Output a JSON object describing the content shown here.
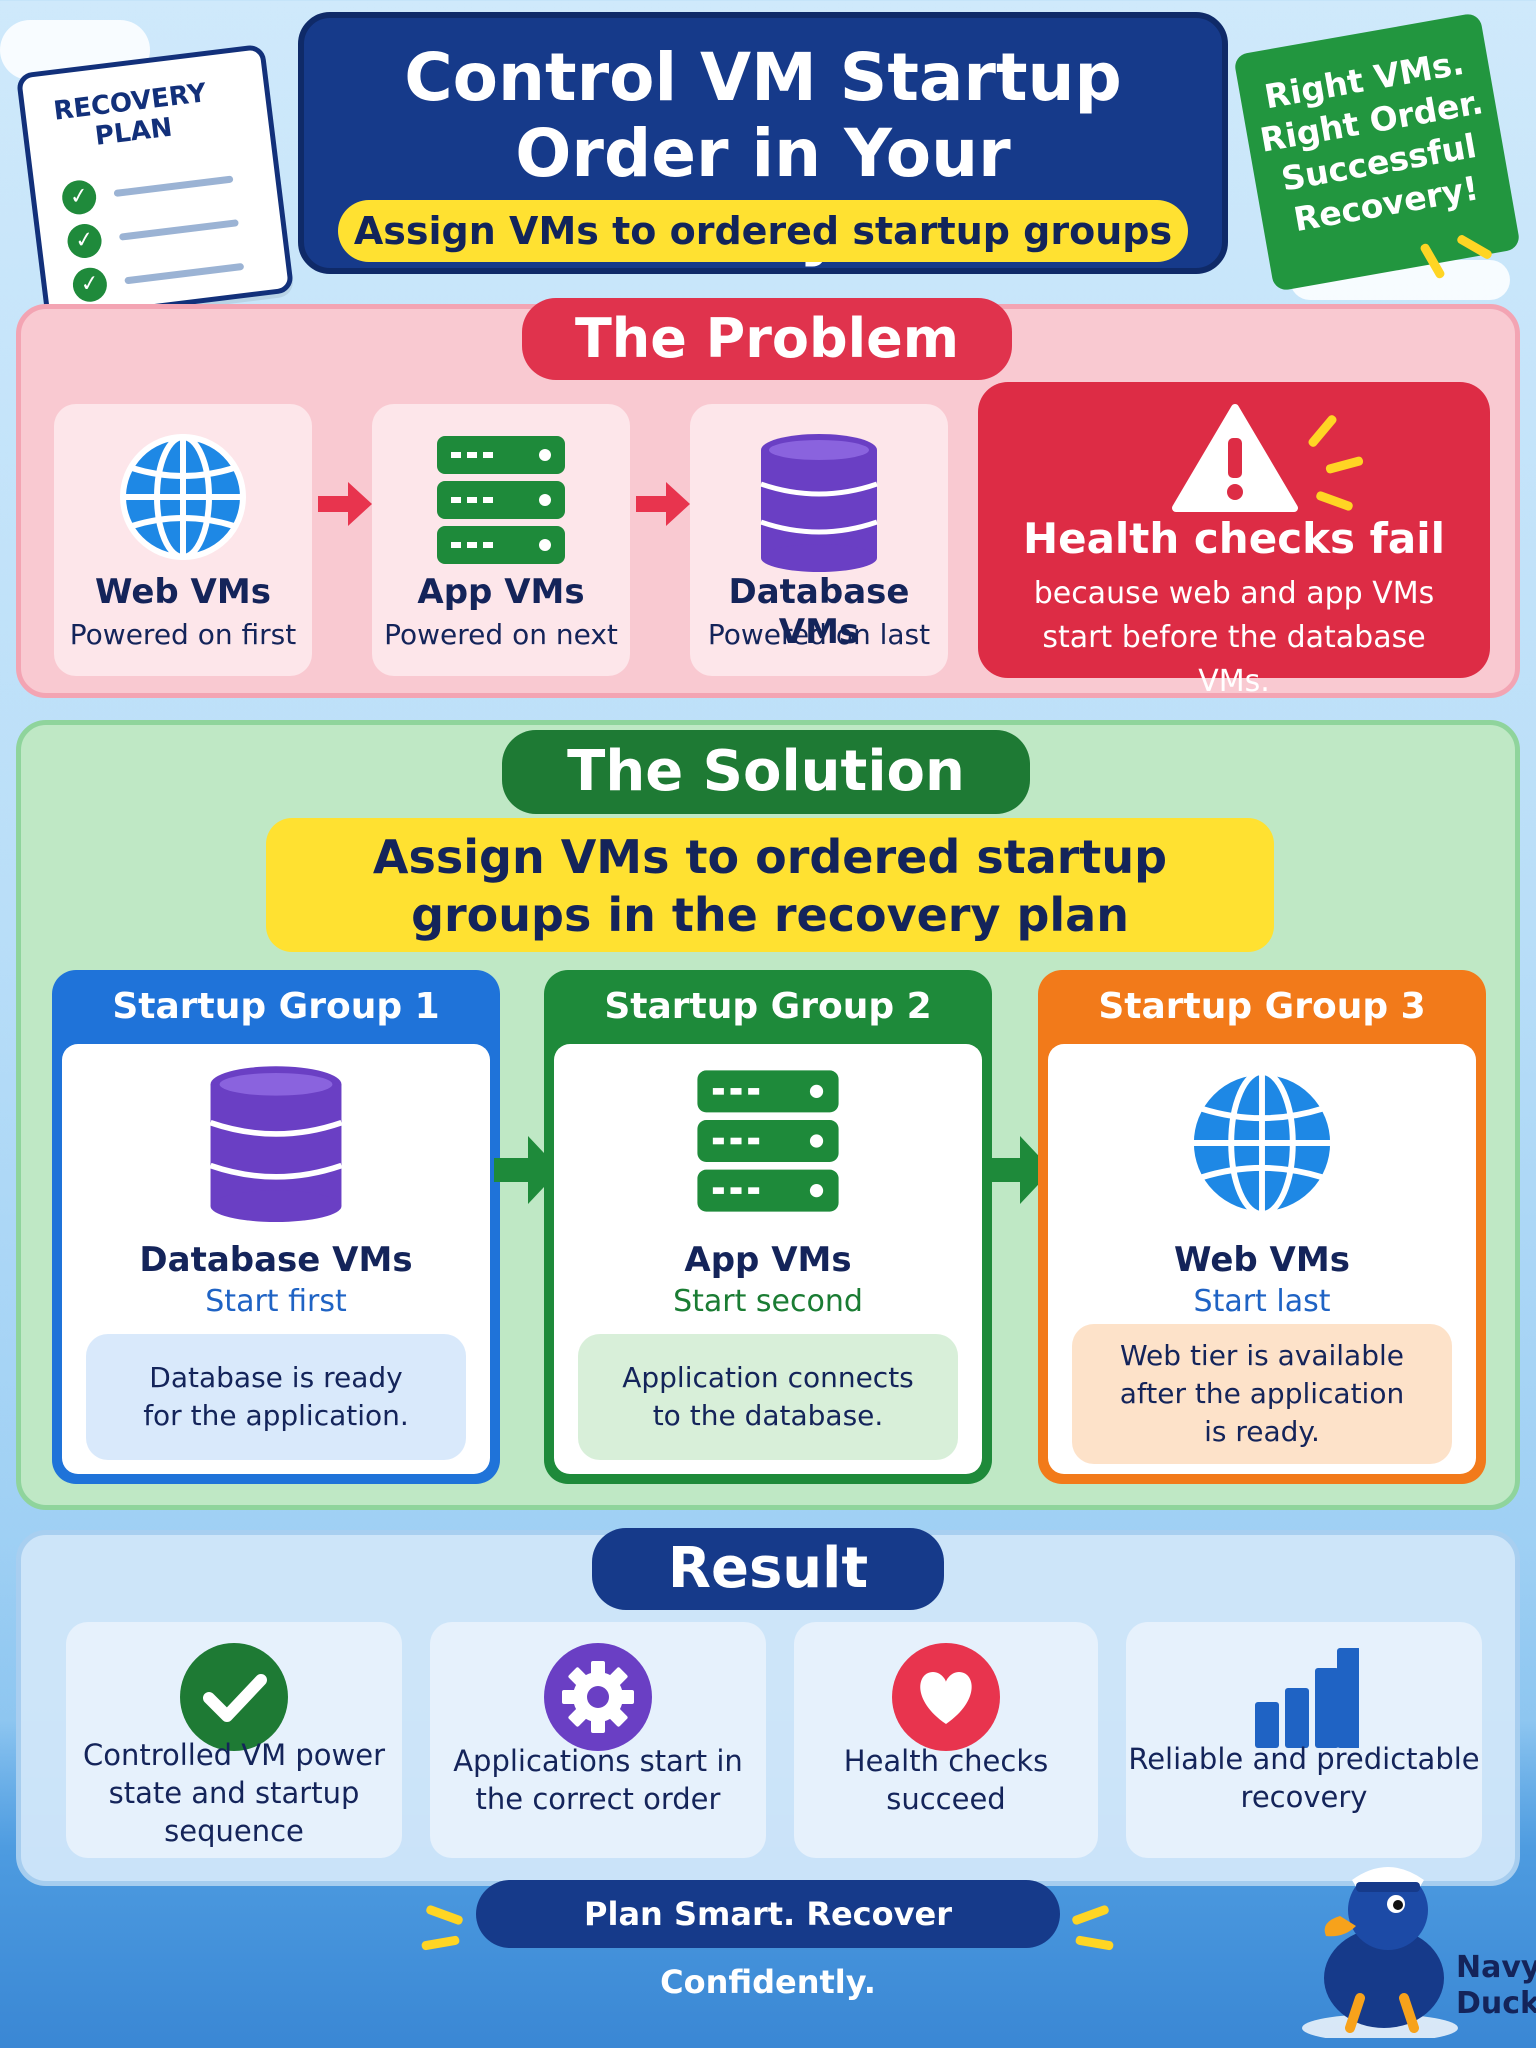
{
  "header": {
    "title": "Control VM Startup Order in Your Recovery Plan",
    "subtitle": "Assign VMs to ordered startup groups",
    "clipboard_title": "RECOVERY PLAN",
    "badge": [
      "Right VMs.",
      "Right Order.",
      "Successful",
      "Recovery!"
    ]
  },
  "problem": {
    "heading": "The Problem",
    "steps": [
      {
        "label": "Web VMs",
        "sub": "Powered on first",
        "icon": "globe-icon"
      },
      {
        "label": "App VMs",
        "sub": "Powered on next",
        "icon": "server-icon"
      },
      {
        "label": "Database VMs",
        "sub": "Powered on last",
        "icon": "database-icon"
      }
    ],
    "alert_title": "Health checks fail",
    "alert_text": "because web and app VMs start before the database VMs."
  },
  "solution": {
    "heading": "The Solution",
    "banner": "Assign VMs to ordered startup groups in the recovery plan",
    "groups": [
      {
        "title": "Startup Group 1",
        "label": "Database VMs",
        "sub": "Start first",
        "note": "Database is ready for the application.",
        "color": "#1f73d9"
      },
      {
        "title": "Startup Group 2",
        "label": "App VMs",
        "sub": "Start second",
        "note": "Application connects to the database.",
        "color": "#1e8a3a"
      },
      {
        "title": "Startup Group 3",
        "label": "Web VMs",
        "sub": "Start last",
        "note": "Web tier is available after the application is ready.",
        "color": "#f27a1a"
      }
    ]
  },
  "result": {
    "heading": "Result",
    "items": [
      {
        "text": "Controlled VM power state and startup sequence",
        "icon": "check-circle-icon"
      },
      {
        "text": "Applications start in the correct order",
        "icon": "gear-icon"
      },
      {
        "text": "Health checks succeed",
        "icon": "heart-icon"
      },
      {
        "text": "Reliable and predictable recovery",
        "icon": "bar-chart-icon"
      }
    ]
  },
  "footer": {
    "slogan": "Plan Smart. Recover Confidently."
  },
  "mascot": {
    "label": "Navy Duck"
  }
}
